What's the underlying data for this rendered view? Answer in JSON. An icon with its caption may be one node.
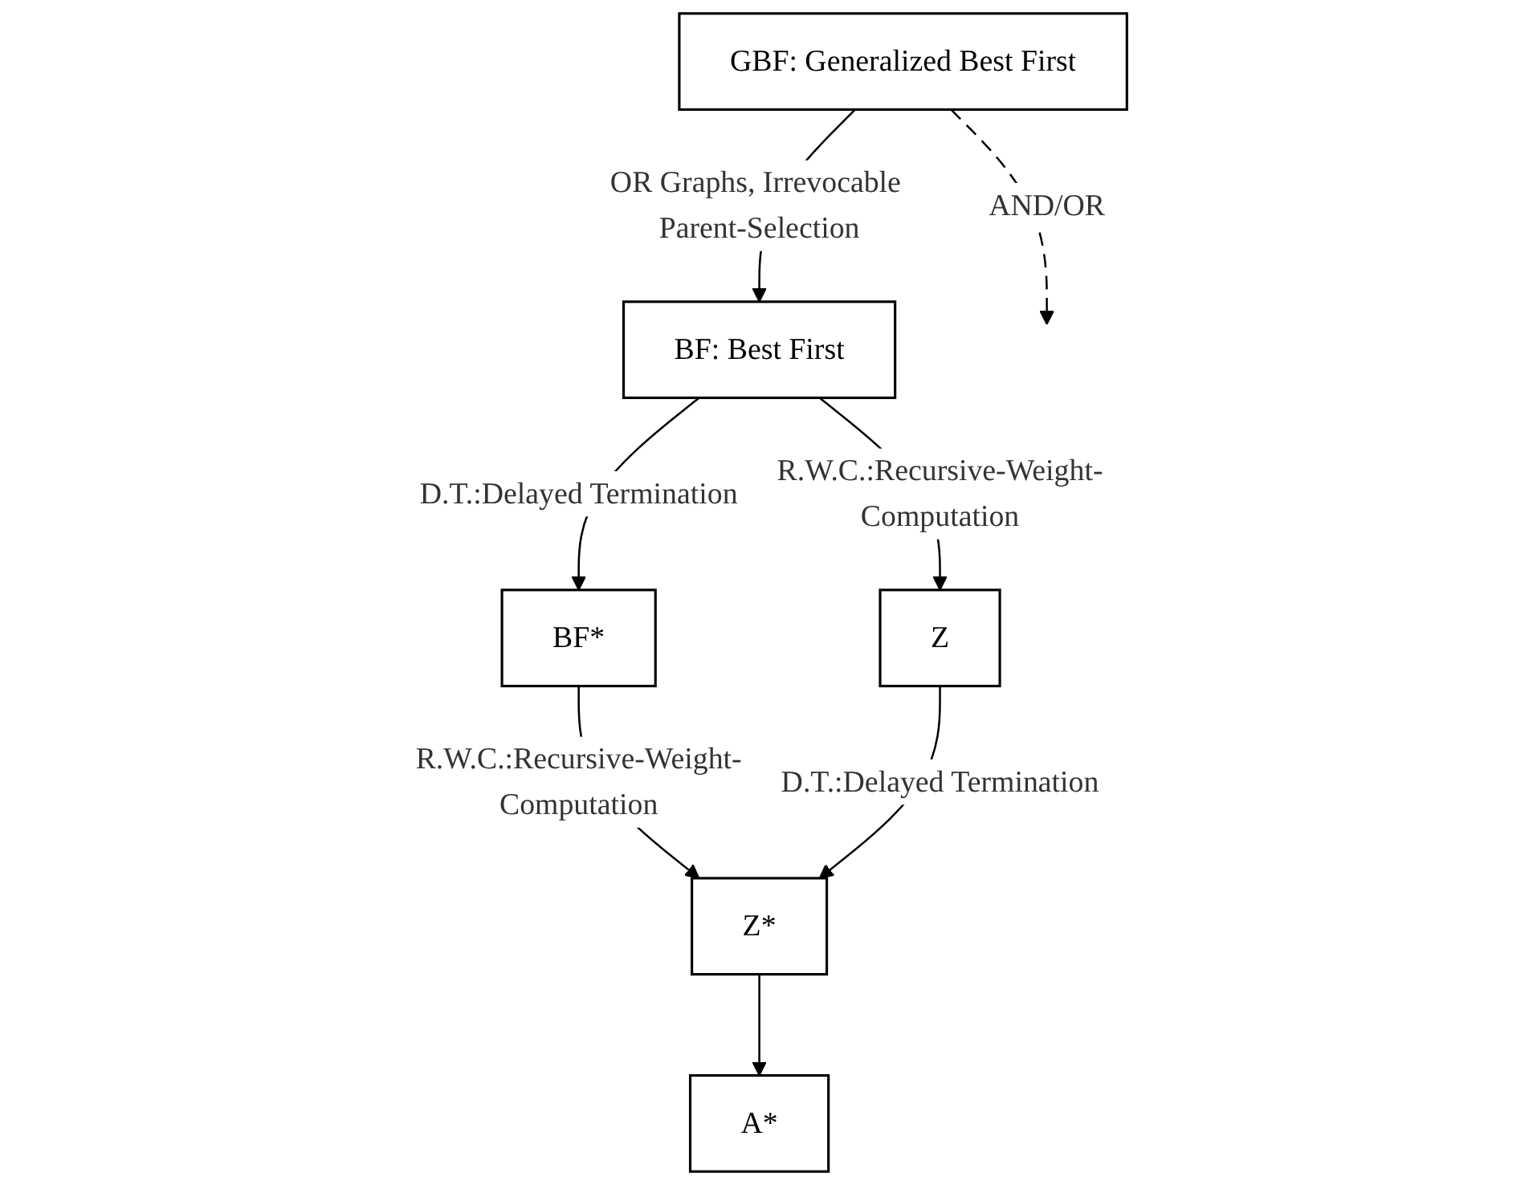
{
  "diagram": {
    "nodes": [
      {
        "text": [
          "GBF: Generalized Best First"
        ]
      },
      {
        "text": [
          "BF: Best First"
        ]
      },
      {
        "text": [
          "BF*"
        ]
      },
      {
        "text": [
          "Z"
        ]
      },
      {
        "text": [
          "Z*"
        ]
      },
      {
        "text": [
          "A*"
        ]
      }
    ],
    "edges": [
      {
        "from": 0,
        "to": null,
        "arrow": "to",
        "label": "AND/OR",
        "style": "dashed"
      },
      {
        "from": 0,
        "to": 1,
        "arrow": "to",
        "label": "OR Graphs, Irrevocable Parent-Selection"
      },
      {
        "from": 1,
        "to": 2,
        "arrow": "to",
        "label": "D.T.:Delayed Termination"
      },
      {
        "from": 1,
        "to": 3,
        "arrow": "to",
        "label": "R.W.C.:Recursive-Weight-Computation"
      },
      {
        "from": 2,
        "to": 4,
        "arrow": "to",
        "label": "R.W.C.:Recursive-Weight-Computation"
      },
      {
        "from": 3,
        "to": 4,
        "arrow": "to",
        "label": "D.T.:Delayed Termination"
      },
      {
        "from": 4,
        "to": 5,
        "arrow": "to"
      }
    ]
  }
}
